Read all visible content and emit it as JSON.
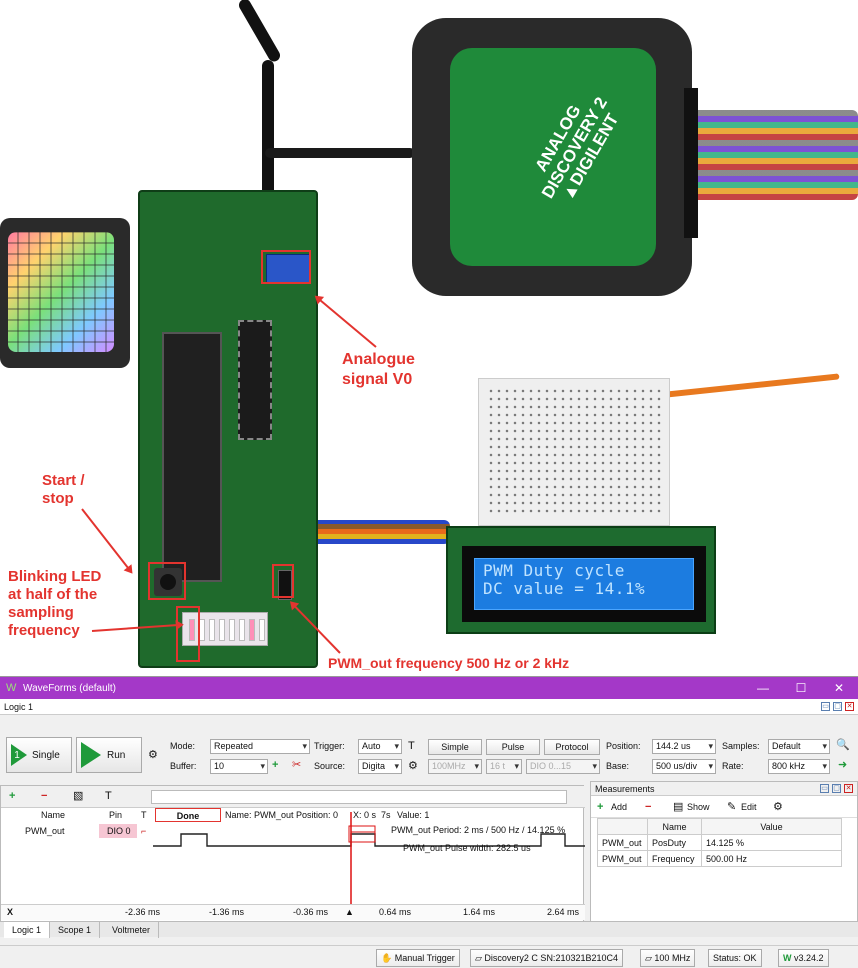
{
  "photo": {
    "lcd_line1": "PWM Duty cycle",
    "lcd_line2": "DC value = 14.1%",
    "device_brand": "ANALOG DISCOVERY 2 ▲DIGILENT",
    "annotations": {
      "analogue": "Analogue signal V0",
      "start_stop": "Start / stop",
      "blinking": "Blinking LED at half of the sampling frequency",
      "pwm_freq": "PWM_out frequency 500 Hz or 2 kHz"
    },
    "annotation_color": "#e3342f"
  },
  "window": {
    "title": "WaveForms (default)",
    "doc_tab": "Logic 1",
    "title_color": "#a438c8"
  },
  "toolbar": {
    "single_label": "Single",
    "run_label": "Run",
    "mode_label": "Mode:",
    "mode_value": "Repeated",
    "buffer_label": "Buffer:",
    "buffer_value": "10",
    "trigger_label": "Trigger:",
    "trigger_value": "Auto",
    "source_label": "Source:",
    "source_value": "Digita",
    "simple_label": "Simple",
    "pulse_label": "Pulse",
    "protocol_label": "Protocol",
    "rate_dis": "100MHz",
    "bits_dis": "16 t",
    "dio_dis": "DIO 0...15",
    "position_label": "Position:",
    "position_value": "144.2 us",
    "base_label": "Base:",
    "base_value": "500 us/div",
    "samples_label": "Samples:",
    "samples_value": "Default",
    "rate_label": "Rate:",
    "rate_value": "800 kHz"
  },
  "logic": {
    "status": "Done",
    "info": "Name: PWM_out  Position: 0",
    "info2": "X: 0 s",
    "info3": "7s",
    "info4": "Value: 1",
    "col_name": "Name",
    "col_pin": "Pin",
    "col_t": "T",
    "signal_name": "PWM_out",
    "signal_pin": "DIO 0",
    "period_label": "PWM_out Period: 2 ms / 500 Hz / 14.125 %",
    "width_label": "PWM_out Pulse width: 282.5 us",
    "ticks": [
      "-2.36 ms",
      "-1.36 ms",
      "-0.36 ms",
      "0.64 ms",
      "1.64 ms",
      "2.64 ms"
    ],
    "x_label": "X"
  },
  "measurements": {
    "title": "Measurements",
    "add_label": "Add",
    "show_label": "Show",
    "edit_label": "Edit",
    "col_name": "Name",
    "col_value": "Value",
    "rows": [
      {
        "ch": "PWM_out",
        "name": "PosDuty",
        "value": "14.125 %"
      },
      {
        "ch": "PWM_out",
        "name": "Frequency",
        "value": "500.00 Hz"
      }
    ]
  },
  "tabs": [
    "Logic 1",
    "Scope 1",
    "Voltmeter"
  ],
  "status": {
    "manual_trigger": "Manual Trigger",
    "device": "Discovery2 C SN:210321B210C4",
    "clock": "100 MHz",
    "status": "Status: OK",
    "version": "v3.24.2"
  }
}
